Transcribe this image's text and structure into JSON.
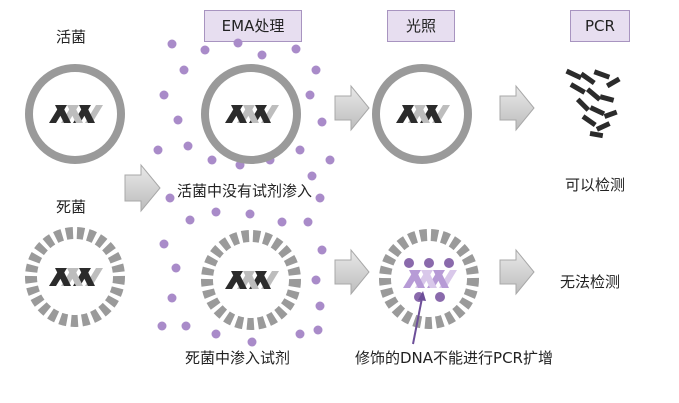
{
  "stages": {
    "ema": "EMA处理",
    "light": "光照",
    "pcr": "PCR"
  },
  "labels": {
    "live": "活菌",
    "dead": "死菌",
    "live_no_reagent": "活菌中没有试剂渗入",
    "dead_reagent": "死菌中渗入试剂",
    "detectable": "可以检测",
    "not_detectable": "无法检测",
    "modified_dna": "修饰的DNA不能进行PCR扩增"
  },
  "colors": {
    "dots": "#a98bc9",
    "cell_ring": "#9a9a9a",
    "arrow": "#d2d2d2",
    "dna_dark": "#2b2b2b",
    "dna_light": "#bdbdbd",
    "dna_modified": "#b79bd6",
    "stage_bg": "#e7def0"
  }
}
